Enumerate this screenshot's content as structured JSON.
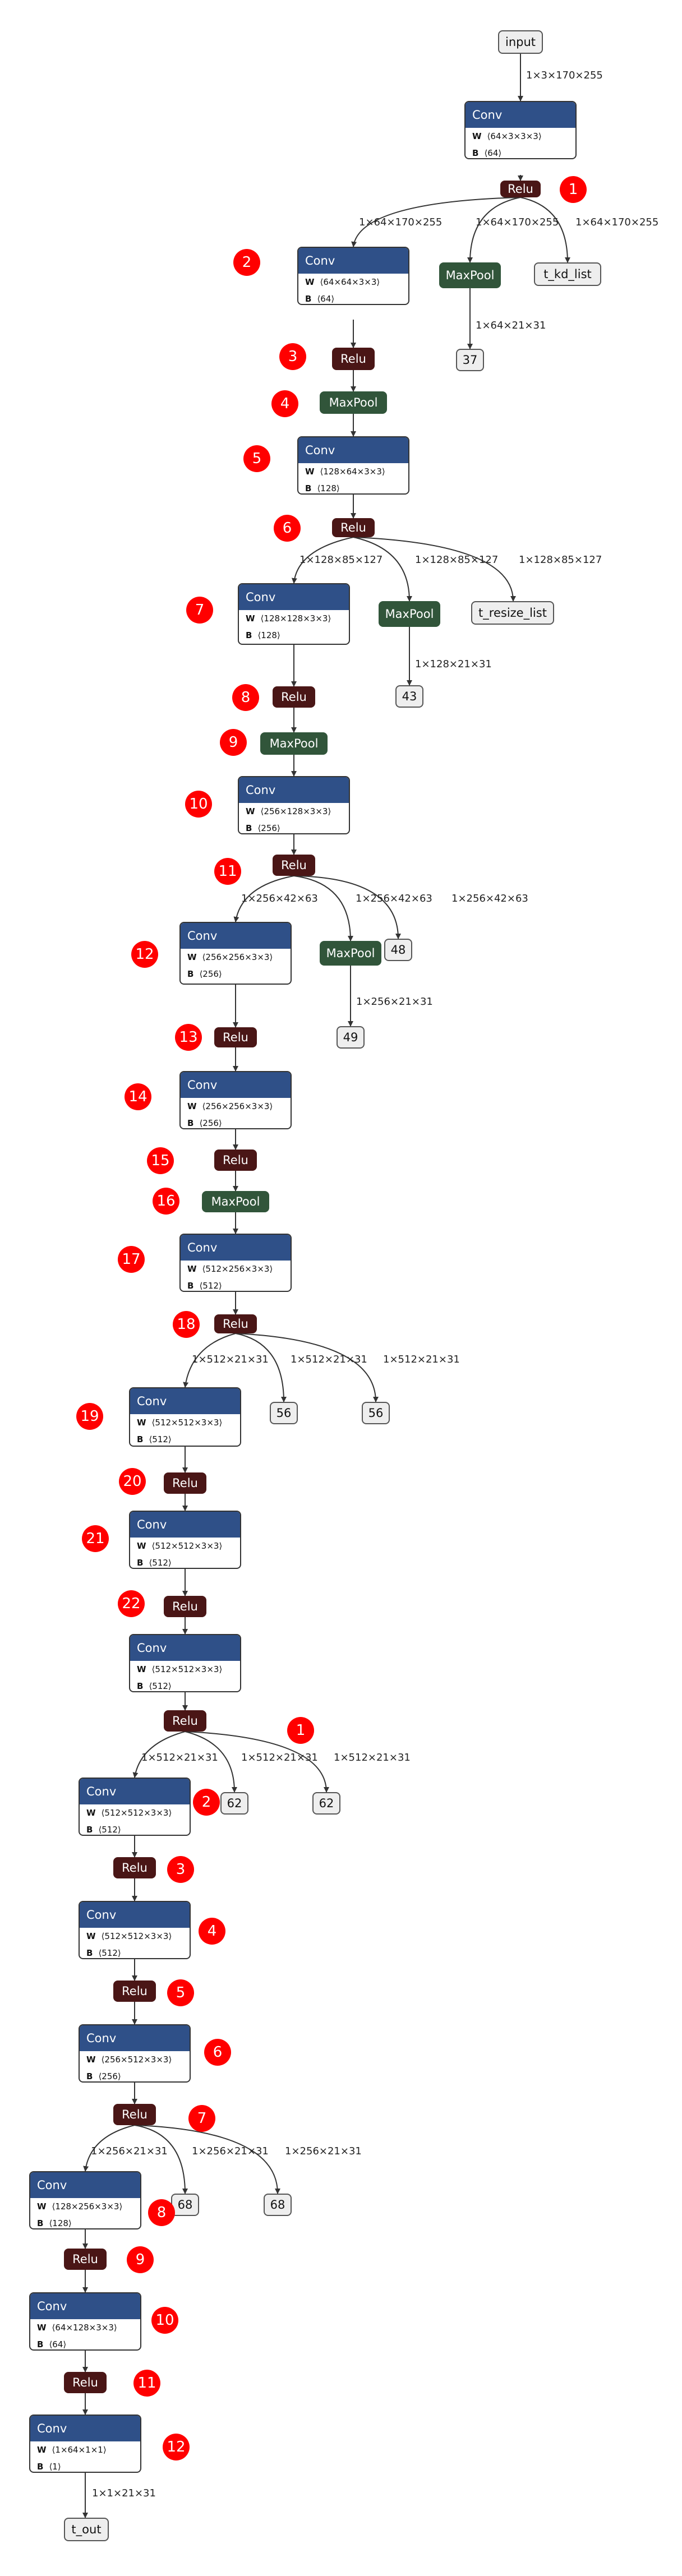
{
  "nodes": {
    "input": "input",
    "conv1": {
      "title": "Conv",
      "w": "⟨64×3×3×3⟩",
      "b": "⟨64⟩"
    },
    "relu1": "Relu",
    "conv2": {
      "title": "Conv",
      "w": "⟨64×64×3×3⟩",
      "b": "⟨64⟩"
    },
    "pool_a": "MaxPool",
    "t_kd_list": "t_kd_list",
    "relu2": "Relu",
    "pool1": "MaxPool",
    "out37": "37",
    "conv3": {
      "title": "Conv",
      "w": "⟨128×64×3×3⟩",
      "b": "⟨128⟩"
    },
    "relu3": "Relu",
    "conv4": {
      "title": "Conv",
      "w": "⟨128×128×3×3⟩",
      "b": "⟨128⟩"
    },
    "pool_b": "MaxPool",
    "t_resize_list": "t_resize_list",
    "out43": "43",
    "relu4": "Relu",
    "pool2": "MaxPool",
    "conv5": {
      "title": "Conv",
      "w": "⟨256×128×3×3⟩",
      "b": "⟨256⟩"
    },
    "relu5": "Relu",
    "conv6": {
      "title": "Conv",
      "w": "⟨256×256×3×3⟩",
      "b": "⟨256⟩"
    },
    "pool_c": "MaxPool",
    "out48": "48",
    "out49": "49",
    "relu6": "Relu",
    "conv7": {
      "title": "Conv",
      "w": "⟨256×256×3×3⟩",
      "b": "⟨256⟩"
    },
    "relu7": "Relu",
    "pool3": "MaxPool",
    "conv8": {
      "title": "Conv",
      "w": "⟨512×256×3×3⟩",
      "b": "⟨512⟩"
    },
    "relu8": "Relu",
    "conv9": {
      "title": "Conv",
      "w": "⟨512×512×3×3⟩",
      "b": "⟨512⟩"
    },
    "out56a": "56",
    "out56b": "56",
    "relu9": "Relu",
    "conv10": {
      "title": "Conv",
      "w": "⟨512×512×3×3⟩",
      "b": "⟨512⟩"
    },
    "relu10": "Relu",
    "conv11": {
      "title": "Conv",
      "w": "⟨512×512×3×3⟩",
      "b": "⟨512⟩"
    },
    "relu11": "Relu",
    "conv12": {
      "title": "Conv",
      "w": "⟨512×512×3×3⟩",
      "b": "⟨512⟩"
    },
    "out62a": "62",
    "out62b": "62",
    "relu12": "Relu",
    "conv13": {
      "title": "Conv",
      "w": "⟨512×512×3×3⟩",
      "b": "⟨512⟩"
    },
    "relu13": "Relu",
    "conv14": {
      "title": "Conv",
      "w": "⟨256×512×3×3⟩",
      "b": "⟨256⟩"
    },
    "relu14": "Relu",
    "conv15": {
      "title": "Conv",
      "w": "⟨128×256×3×3⟩",
      "b": "⟨128⟩"
    },
    "out68a": "68",
    "out68b": "68",
    "relu15": "Relu",
    "conv16": {
      "title": "Conv",
      "w": "⟨64×128×3×3⟩",
      "b": "⟨64⟩"
    },
    "relu16": "Relu",
    "conv17": {
      "title": "Conv",
      "w": "⟨1×64×1×1⟩",
      "b": "⟨1⟩"
    },
    "t_out": "t_out"
  },
  "edge_labels": {
    "in_conv1": "1×3×170×255",
    "r1_c2": "1×64×170×255",
    "r1_pool": "1×64×170×255",
    "r1_kd": "1×64×170×255",
    "pool_37": "1×64×21×31",
    "r3_c4": "1×128×85×127",
    "r3_pool": "1×128×85×127",
    "r3_resize": "1×128×85×127",
    "pool_43": "1×128×21×31",
    "r5_c6": "1×256×42×63",
    "r5_pool": "1×256×42×63",
    "r5_48": "1×256×42×63",
    "pool_49": "1×256×21×31",
    "r8_c9": "1×512×21×31",
    "r8_56a": "1×512×21×31",
    "r8_56b": "1×512×21×31",
    "r11_c13": "1×512×21×31",
    "r11_62a": "1×512×21×31",
    "r11_62b": "1×512×21×31",
    "r14_c15": "1×256×21×31",
    "r14_68a": "1×256×21×31",
    "r14_68b": "1×256×21×31",
    "c17_out": "1×1×21×31"
  },
  "badges": {
    "a1": "1",
    "a2": "2",
    "a3": "3",
    "a4": "4",
    "a5": "5",
    "a6": "6",
    "a7": "7",
    "a8": "8",
    "a9": "9",
    "a10": "10",
    "a11": "11",
    "a12": "12",
    "a13": "13",
    "a14": "14",
    "a15": "15",
    "a16": "16",
    "a17": "17",
    "a18": "18",
    "a19": "19",
    "a20": "20",
    "a21": "21",
    "a22": "22",
    "b1": "1",
    "b2": "2",
    "b3": "3",
    "b4": "4",
    "b5": "5",
    "b6": "6",
    "b7": "7",
    "b8": "8",
    "b9": "9",
    "b10": "10",
    "b11": "11",
    "b12": "12"
  },
  "colors": {
    "conv_header": "#2f5088",
    "relu": "#4a1616",
    "maxpool": "#31553a",
    "badge": "#ff0000",
    "edge": "#333333"
  }
}
